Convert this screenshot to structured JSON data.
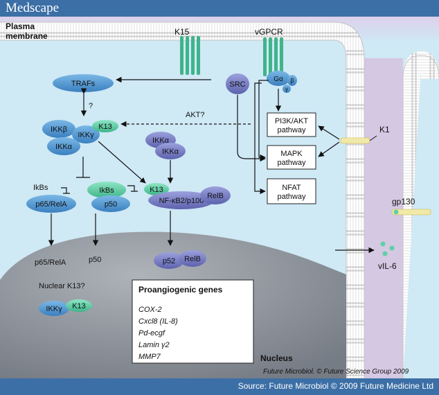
{
  "header": {
    "brand": "Medscape"
  },
  "footer": {
    "source": "Source: Future Microbiol © 2009 Future Medicine Ltd"
  },
  "diagram": {
    "membrane_label_1": "Plasma",
    "membrane_label_2": "membrane",
    "k15": "K15",
    "vgpcr": "vGPCR",
    "traf": "TRAFs",
    "src": "SRC",
    "galpha": "Gα",
    "gbeta": "β",
    "ggamma": "γ",
    "question": "?",
    "akt": "AKT?",
    "ikkb": "IKKβ",
    "ikkg": "IKKγ",
    "ikka": "IKKα",
    "k13": "K13",
    "ikka2a": "IKKα",
    "ikka2b": "IKKα",
    "pi3k_1": "PI3K/AKT",
    "pi3k_2": "pathway",
    "mapk_1": "MAPK",
    "mapk_2": "pathway",
    "nfat_1": "NFAT",
    "nfat_2": "pathway",
    "k1": "K1",
    "ikbs1": "IkBs",
    "p65": "p65/RelA",
    "ikbs2": "IkBs",
    "p50": "p50",
    "k13b": "K13",
    "nfkb2": "NF-κB2/p100",
    "relb": "RelB",
    "gp130": "gp130",
    "p65n": "p65/RelA",
    "p50n": "p50",
    "p52": "p52",
    "relb2": "RelB",
    "vil6": "vIL-6",
    "nuclear_k13": "Nuclear K13?",
    "ikkg2": "IKKγ",
    "k13c": "K13",
    "genes_title": "Proangiogenic genes",
    "genes": [
      "COX-2",
      "Cxcl8 (IL-8)",
      "Pd-ecgf",
      "Lamin γ2",
      "MMP7"
    ],
    "nucleus": "Nucleus",
    "credit": "Future Microbiol. © Future Science Group 2009"
  },
  "colors": {
    "header": "#3c6fa6",
    "cytoplasm": "#cfe9f5",
    "membrane_band": "#d5c8e3",
    "nucleus": "#8b9199",
    "protein_blue": "#4a93cf",
    "protein_purple": "#7a7fc9",
    "protein_teal": "#5fcfa6",
    "k1_bar": "#f1e9a8"
  }
}
